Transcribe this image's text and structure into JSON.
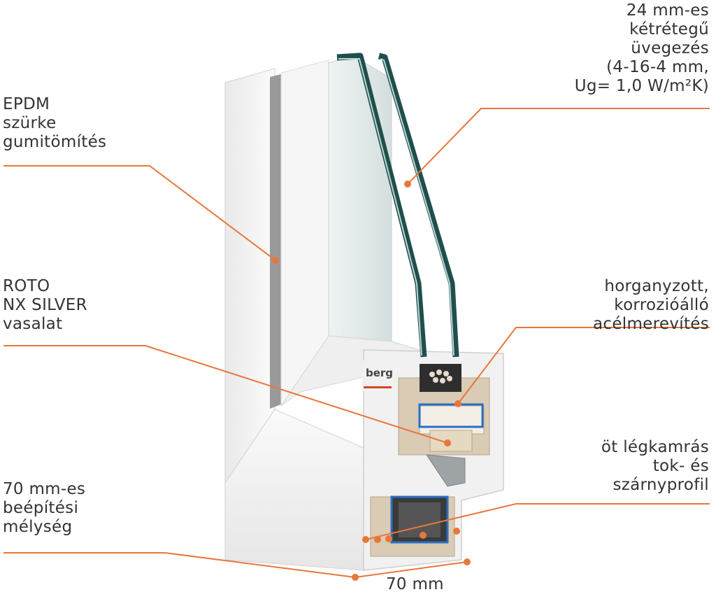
{
  "colors": {
    "leader": "#e8773a",
    "glass": "#1f4f4c",
    "pvc": "#f4f4f4",
    "reinforcement": "#2a6fc4"
  },
  "labels": {
    "glazing": [
      "24 mm-es",
      "kétrétegű",
      "üvegezés",
      "(4-16-4 mm,",
      "Ug= 1,0 W/m²K)"
    ],
    "epdm": [
      "EPDM",
      "szürke",
      "gumitömítés"
    ],
    "roto": [
      "ROTO",
      "NX SILVER",
      "vasalat"
    ],
    "steel": [
      "horganyzott,",
      "korrozióálló",
      "acélmerevítés"
    ],
    "chambers": [
      "öt légkamrás",
      "tok- és",
      "szárnyprofil"
    ],
    "depth": [
      "70 mm-es",
      "beépítési",
      "mélység"
    ],
    "dimension": "70 mm"
  },
  "logo": {
    "text": "berg"
  }
}
